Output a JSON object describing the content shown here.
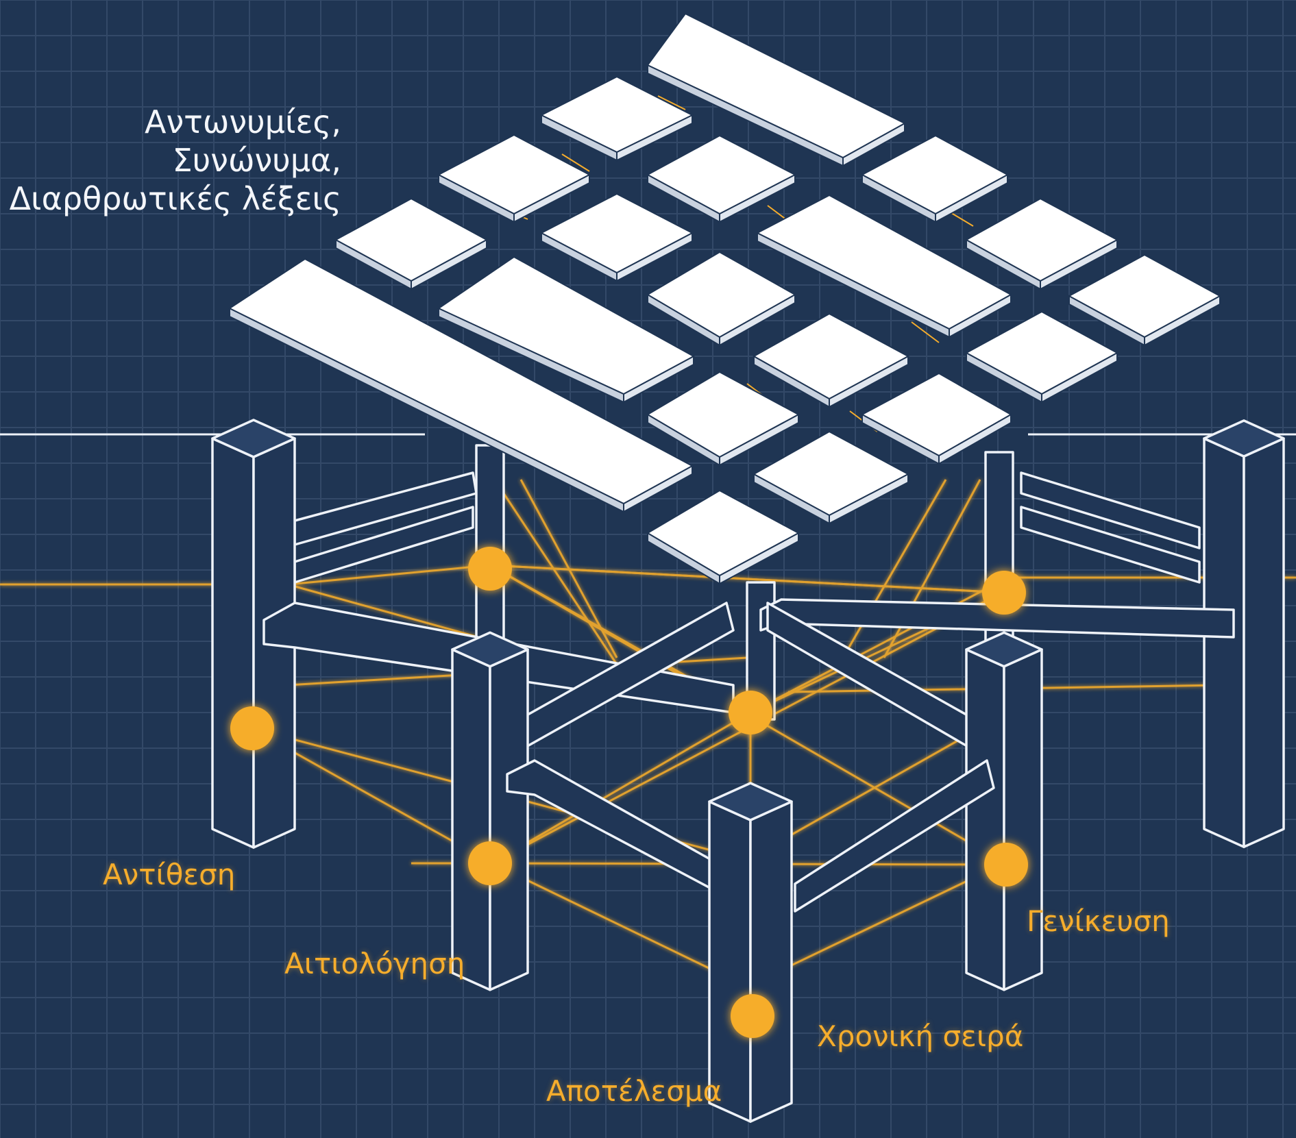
{
  "top_label": {
    "line1": "Αντωνυμίες,",
    "line2": "Συνώνυμα,",
    "line3": "Διαρθρωτικές λέξεις"
  },
  "connectors": {
    "antithesi": "Αντίθεση",
    "aitiologisi": "Αιτιολόγηση",
    "apotelesma": "Αποτέλεσμα",
    "xroniki_seira": "Χρονική σειρά",
    "genikeusi": "Γενίκευση"
  },
  "colors": {
    "background": "#1f3553",
    "grid": "#3a5070",
    "structure_line": "#eef2f8",
    "tile_fill": "#ffffff",
    "accent": "#f6ad2c"
  }
}
